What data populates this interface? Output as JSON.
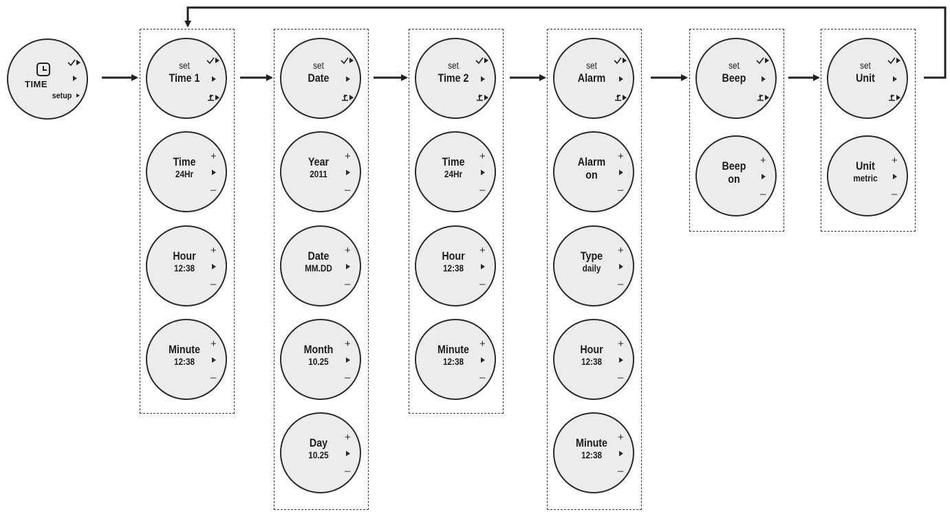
{
  "start": {
    "icon": "clock-icon",
    "title": "TIME",
    "subtitle": "setup"
  },
  "icons": {
    "plus": "+",
    "minus": "–",
    "next": "play-triangle-icon",
    "confirm": "check-arrow-icon",
    "back": "back-arrow-icon"
  },
  "groups": [
    {
      "id": "time1",
      "screens": [
        {
          "kind": "set",
          "line1": "set",
          "line2": "Time 1"
        },
        {
          "kind": "value",
          "line1": "Time",
          "line2": "24Hr"
        },
        {
          "kind": "value",
          "line1": "Hour",
          "line2": "12:38"
        },
        {
          "kind": "value",
          "line1": "Minute",
          "line2": "12:38"
        }
      ]
    },
    {
      "id": "date",
      "screens": [
        {
          "kind": "set",
          "line1": "set",
          "line2": "Date"
        },
        {
          "kind": "value",
          "line1": "Year",
          "line2": "2011"
        },
        {
          "kind": "value",
          "line1": "Date",
          "line2": "MM.DD"
        },
        {
          "kind": "value",
          "line1": "Month",
          "line2": "10.25"
        },
        {
          "kind": "value",
          "line1": "Day",
          "line2": "10.25"
        }
      ]
    },
    {
      "id": "time2",
      "screens": [
        {
          "kind": "set",
          "line1": "set",
          "line2": "Time 2"
        },
        {
          "kind": "value",
          "line1": "Time",
          "line2": "24Hr"
        },
        {
          "kind": "value",
          "line1": "Hour",
          "line2": "12:38"
        },
        {
          "kind": "value",
          "line1": "Minute",
          "line2": "12:38"
        }
      ]
    },
    {
      "id": "alarm",
      "screens": [
        {
          "kind": "set",
          "line1": "set",
          "line2": "Alarm"
        },
        {
          "kind": "big",
          "line1": "Alarm",
          "line2": "on"
        },
        {
          "kind": "value",
          "line1": "Type",
          "line2": "daily"
        },
        {
          "kind": "value",
          "line1": "Hour",
          "line2": "12:38"
        },
        {
          "kind": "value",
          "line1": "Minute",
          "line2": "12:38"
        }
      ]
    },
    {
      "id": "beep",
      "screens": [
        {
          "kind": "set",
          "line1": "set",
          "line2": "Beep"
        },
        {
          "kind": "big",
          "line1": "Beep",
          "line2": "on"
        }
      ]
    },
    {
      "id": "unit",
      "screens": [
        {
          "kind": "set",
          "line1": "set",
          "line2": "Unit"
        },
        {
          "kind": "value",
          "line1": "Unit",
          "line2": "metric"
        }
      ]
    }
  ]
}
